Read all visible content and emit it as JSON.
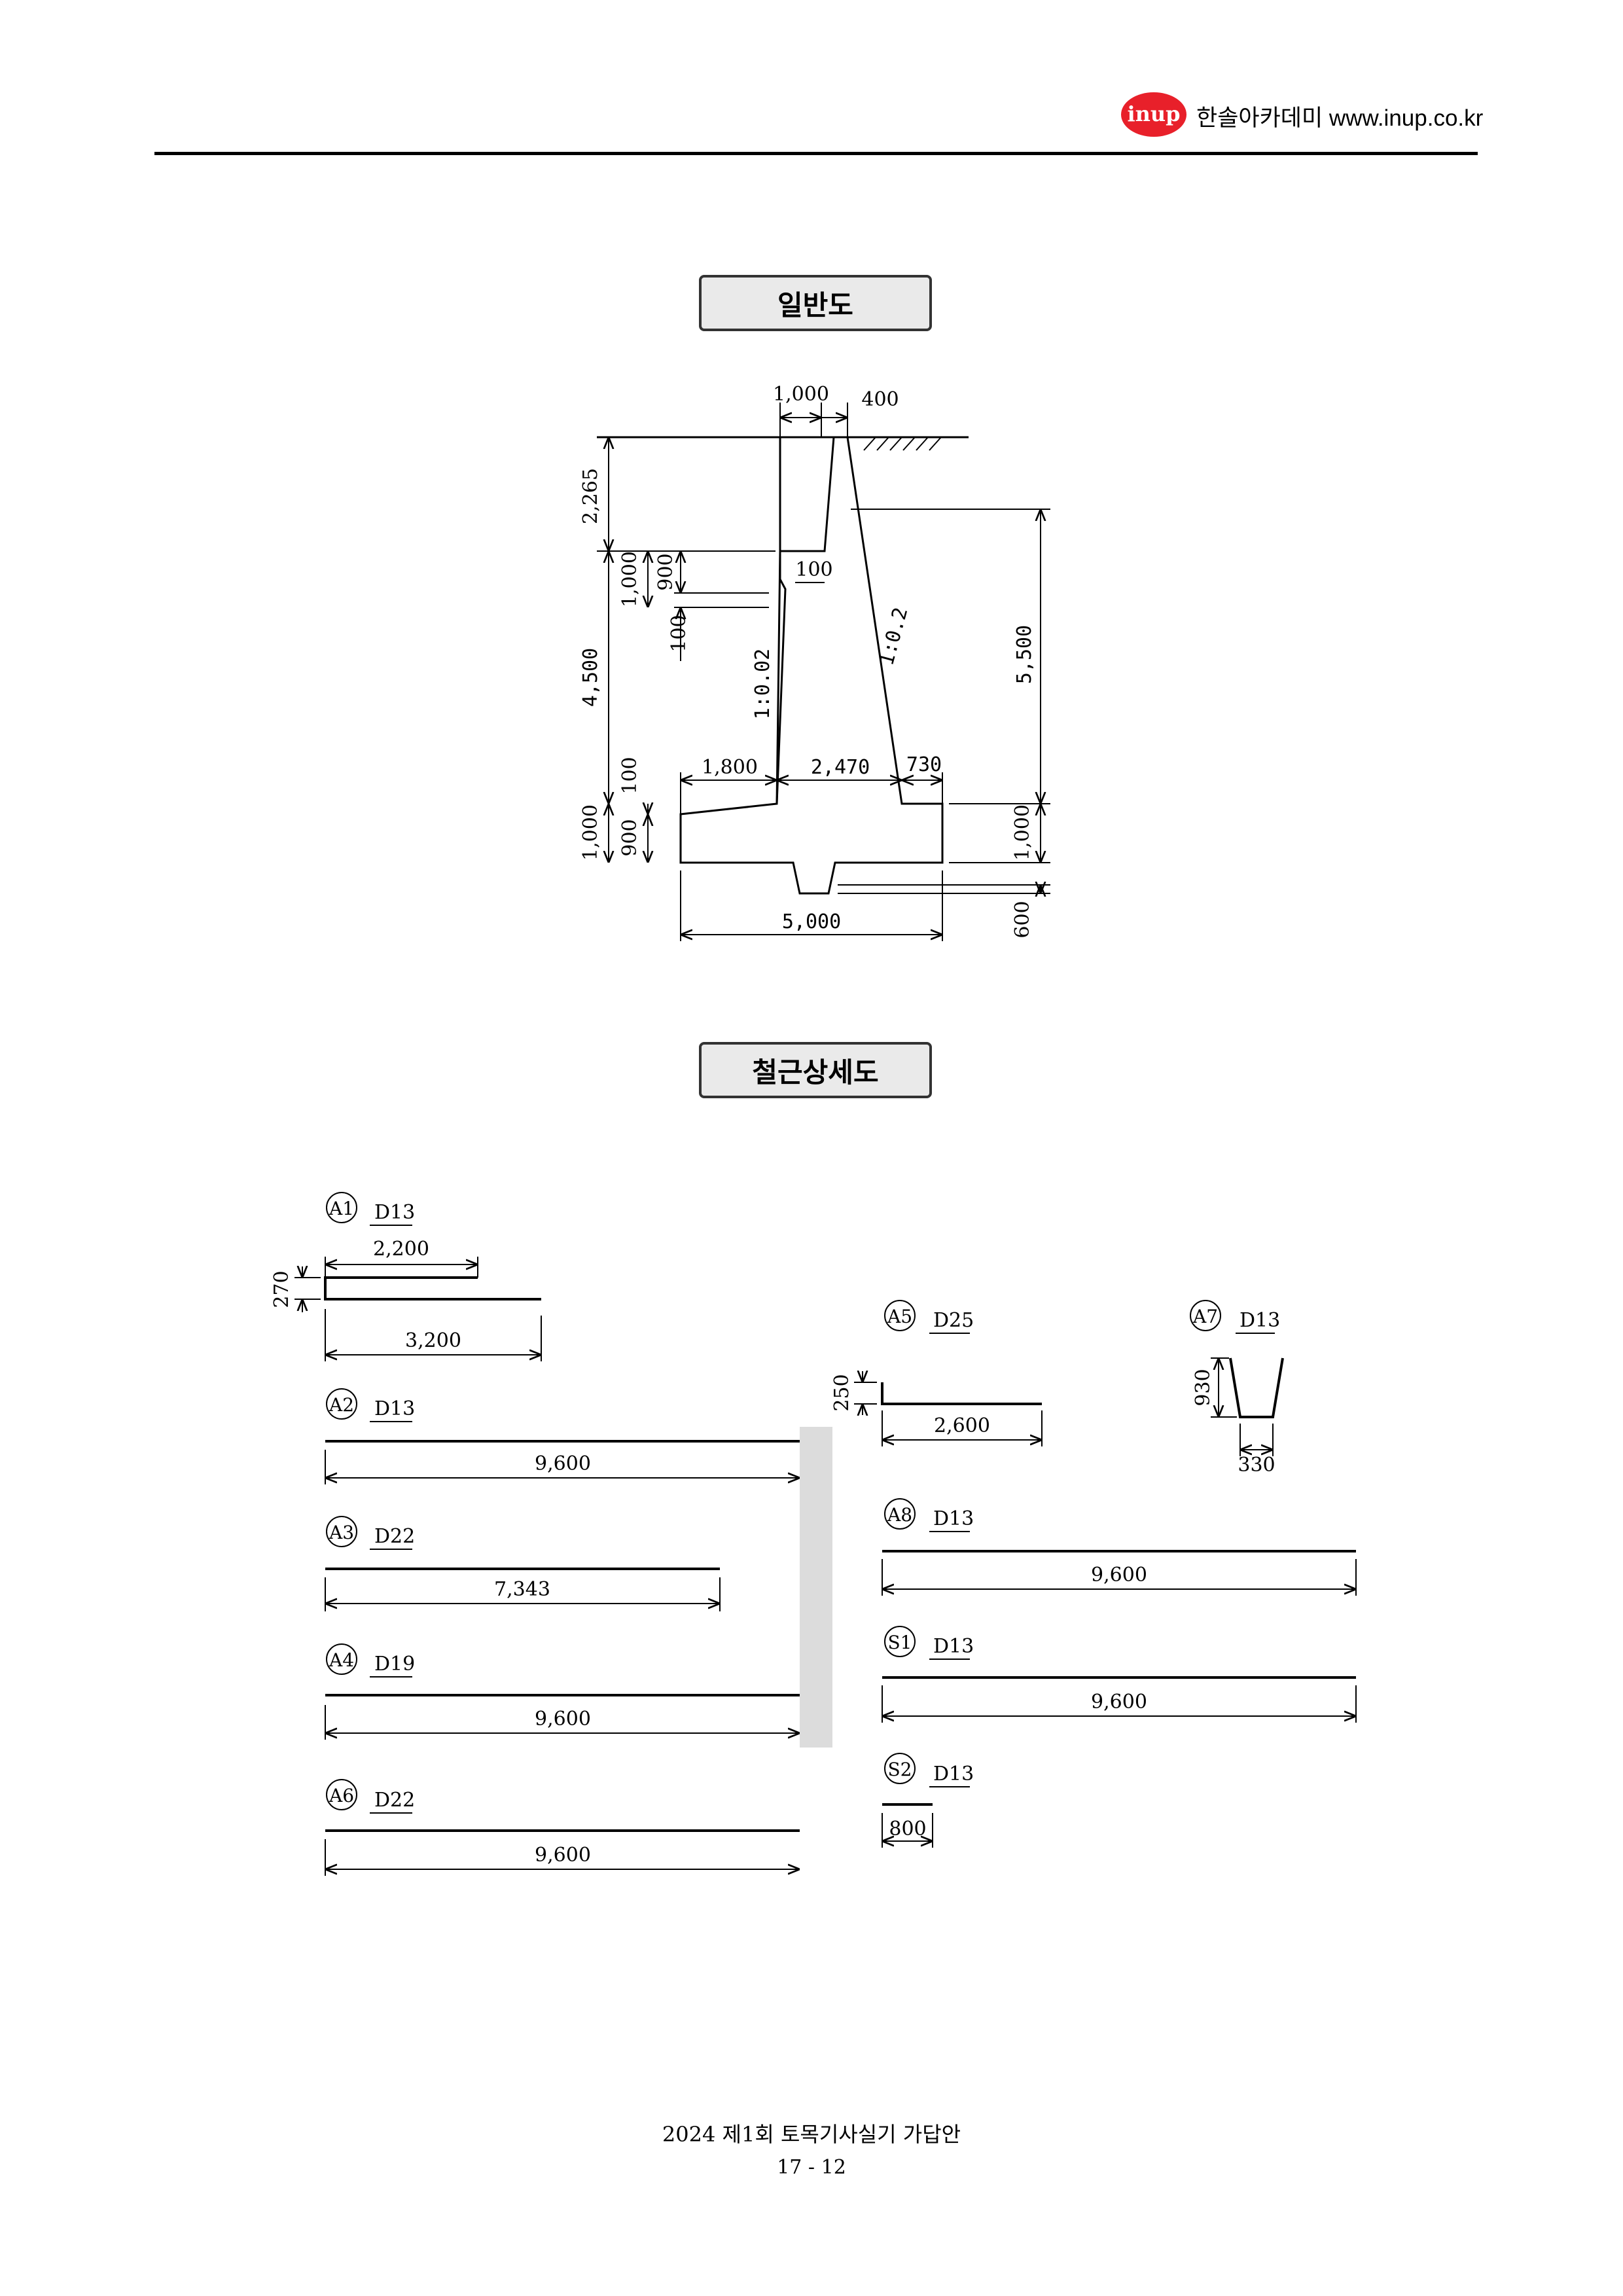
{
  "header": {
    "logo_text": "inup",
    "site_text": "한솔아카데미 www.inup.co.kr"
  },
  "titles": {
    "general": "일반도",
    "rebar": "철근상세도"
  },
  "general_dims": {
    "top_width": "1,000",
    "top_400": "400",
    "left_2265": "2,265",
    "left_1000a": "1,000",
    "left_900a": "900",
    "left_100a": "100",
    "right_100": "100",
    "left_4500": "4,500",
    "slope_front": "1:0.02",
    "slope_back": "1:0.2",
    "right_5500": "5,500",
    "left_100b": "100",
    "toe_1800": "1,800",
    "stem_2470": "2,470",
    "heel_730": "730",
    "left_1000b": "1,000",
    "left_900b": "900",
    "right_1000": "1,000",
    "base_5000": "5,000",
    "key_600": "600"
  },
  "rebars": {
    "A1": {
      "mark": "A1",
      "dia": "D13",
      "hook": "270",
      "upper": "2,200",
      "lower": "3,200"
    },
    "A2": {
      "mark": "A2",
      "dia": "D13",
      "length": "9,600"
    },
    "A3": {
      "mark": "A3",
      "dia": "D22",
      "length": "7,343"
    },
    "A4": {
      "mark": "A4",
      "dia": "D19",
      "length": "9,600"
    },
    "A6": {
      "mark": "A6",
      "dia": "D22",
      "length": "9,600"
    },
    "A5": {
      "mark": "A5",
      "dia": "D25",
      "hook": "250",
      "length": "2,600"
    },
    "A7": {
      "mark": "A7",
      "dia": "D13",
      "height": "930",
      "width": "330"
    },
    "A8": {
      "mark": "A8",
      "dia": "D13",
      "length": "9,600"
    },
    "S1": {
      "mark": "S1",
      "dia": "D13",
      "length": "9,600"
    },
    "S2": {
      "mark": "S2",
      "dia": "D13",
      "length": "800"
    }
  },
  "footer": {
    "title": "2024 제1회 토목기사실기 가답안",
    "page": "17 - 12"
  },
  "colors": {
    "logo_red": "#e8202a",
    "title_box_bg": "#eaeaea"
  }
}
